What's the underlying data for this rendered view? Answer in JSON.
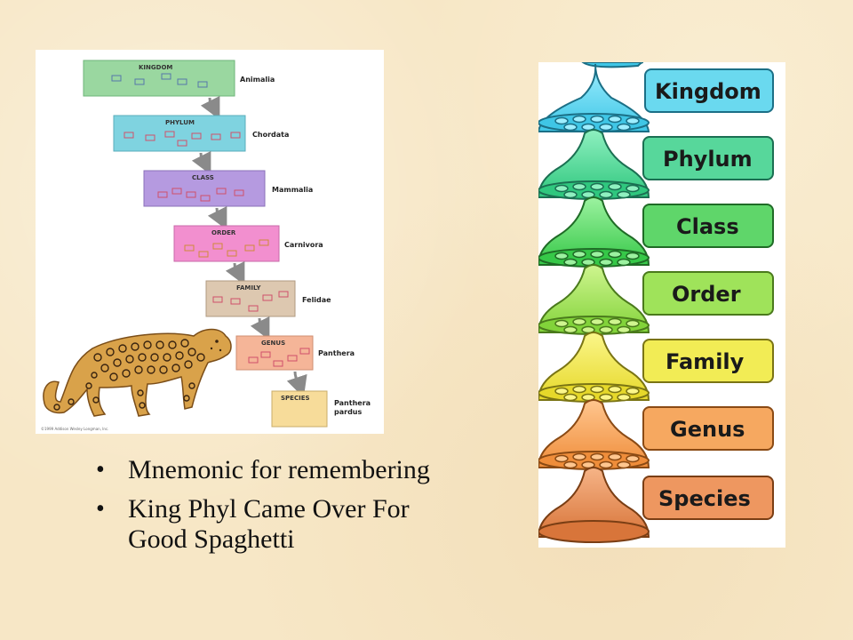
{
  "left_diagram": {
    "levels": [
      {
        "box_title": "KINGDOM",
        "name": "Animalia",
        "color": "#9ad7a0"
      },
      {
        "box_title": "PHYLUM",
        "name": "Chordata",
        "color": "#7fd3e0"
      },
      {
        "box_title": "CLASS",
        "name": "Mammalia",
        "color": "#b59ae0"
      },
      {
        "box_title": "ORDER",
        "name": "Carnivora",
        "color": "#f28fcf"
      },
      {
        "box_title": "FAMILY",
        "name": "Felidae",
        "color": "#ddc8b0"
      },
      {
        "box_title": "GENUS",
        "name": "Panthera",
        "color": "#f5b598"
      },
      {
        "box_title": "SPECIES",
        "name_line1": "Panthera",
        "name_line2": "pardus",
        "color": "#f7dc9a"
      }
    ],
    "copyright": "©1999 Addison Wesley Longman, Inc."
  },
  "right_diagram": {
    "ranks": [
      {
        "label": "Kingdom",
        "color": "#6ad9ef"
      },
      {
        "label": "Phylum",
        "color": "#57d79b"
      },
      {
        "label": "Class",
        "color": "#5fd66a"
      },
      {
        "label": "Order",
        "color": "#9fe35a"
      },
      {
        "label": "Family",
        "color": "#f2ec55"
      },
      {
        "label": "Genus",
        "color": "#f6a860"
      },
      {
        "label": "Species",
        "color": "#ee9760"
      }
    ]
  },
  "bullets": {
    "marker": "•",
    "items": [
      {
        "line1": "Mnemonic for remembering",
        "line2": ""
      },
      {
        "line1": "King Phyl Came Over For",
        "line2": "Good Spaghetti"
      }
    ]
  }
}
